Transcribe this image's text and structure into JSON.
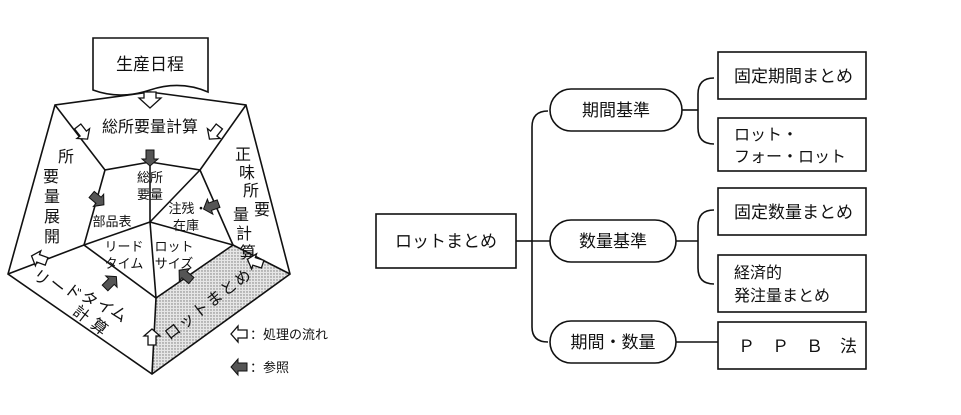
{
  "pentagon": {
    "schedule": "生産日程",
    "gross_requirement_calc": "総所要量計算",
    "net_requirement_calc": [
      "正",
      "味",
      "所",
      "要",
      "量",
      "計",
      "算"
    ],
    "requirement_explosion": [
      "所",
      "要",
      "量",
      "展",
      "開"
    ],
    "lead_time_calc": [
      "リ",
      "ー",
      "ド",
      "タ",
      "イ",
      "ム",
      "計",
      "算"
    ],
    "lot_sizing": [
      "ロ",
      "ッ",
      "ト",
      "ま",
      "と",
      "め"
    ],
    "inner": {
      "gross_req": [
        "総所",
        "要量"
      ],
      "bom": "部品表",
      "order_stock": [
        "注残・",
        "在庫"
      ],
      "lead_time": [
        "リード",
        "タイム"
      ],
      "lot_size": [
        "ロット",
        "サイズ"
      ]
    }
  },
  "legend": {
    "flow": "：処理の流れ",
    "reference": "：参照"
  },
  "tree": {
    "root": "ロットまとめ",
    "branches": [
      {
        "label": "期間基準",
        "leaves": [
          [
            "固定期間まとめ"
          ],
          [
            "ロット・",
            "フォー・ロット"
          ]
        ]
      },
      {
        "label": "数量基準",
        "leaves": [
          [
            "固定数量まとめ"
          ],
          [
            "経済的",
            "発注量まとめ"
          ]
        ]
      },
      {
        "label": "期間・数量",
        "leaves": [
          [
            "Ｐ　Ｐ　Ｂ　法"
          ]
        ]
      }
    ]
  },
  "colors": {
    "line": "#111111",
    "shade": "#cfcfcf",
    "arrow_fill": "#555555"
  }
}
